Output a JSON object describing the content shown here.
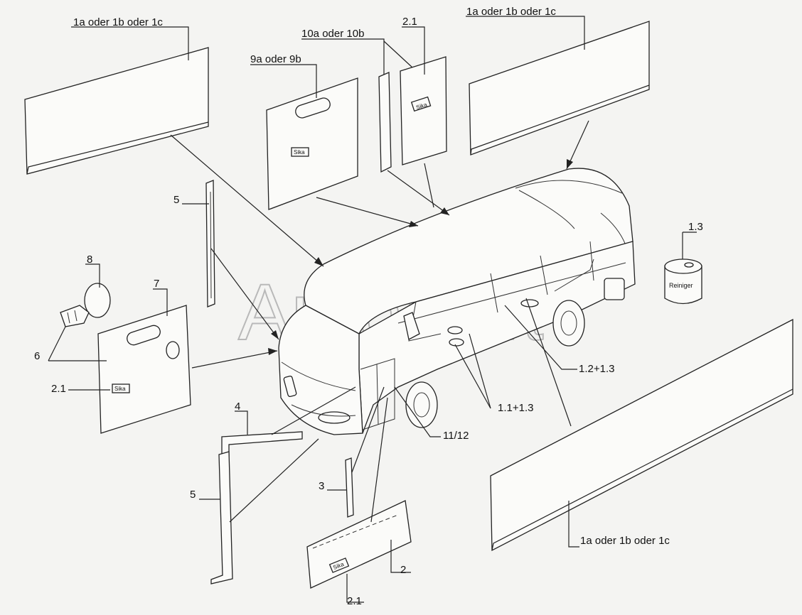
{
  "watermark": "AutoSoft",
  "labels": {
    "panel_top_left": "1a oder 1b oder 1c",
    "panel_top_right": "1a oder 1b oder 1c",
    "panel_bottom_right": "1a oder 1b oder 1c",
    "ref_9": "9a oder 9b",
    "ref_10": "10a oder 10b",
    "ref_2_1_top": "2.1",
    "ref_2_1_left": "2.1",
    "ref_2_1_bottom": "2.1",
    "ref_5_top": "5",
    "ref_5_bottom": "5",
    "ref_8": "8",
    "ref_7": "7",
    "ref_6": "6",
    "ref_4": "4",
    "ref_3": "3",
    "ref_2": "2",
    "ref_1_3": "1.3",
    "ref_1_2_1_3": "1.2+1.3",
    "ref_1_1_1_3": "1.1+1.3",
    "ref_11_12": "11/12"
  },
  "sticker_text": "Sika",
  "can_text": "Reiniger"
}
